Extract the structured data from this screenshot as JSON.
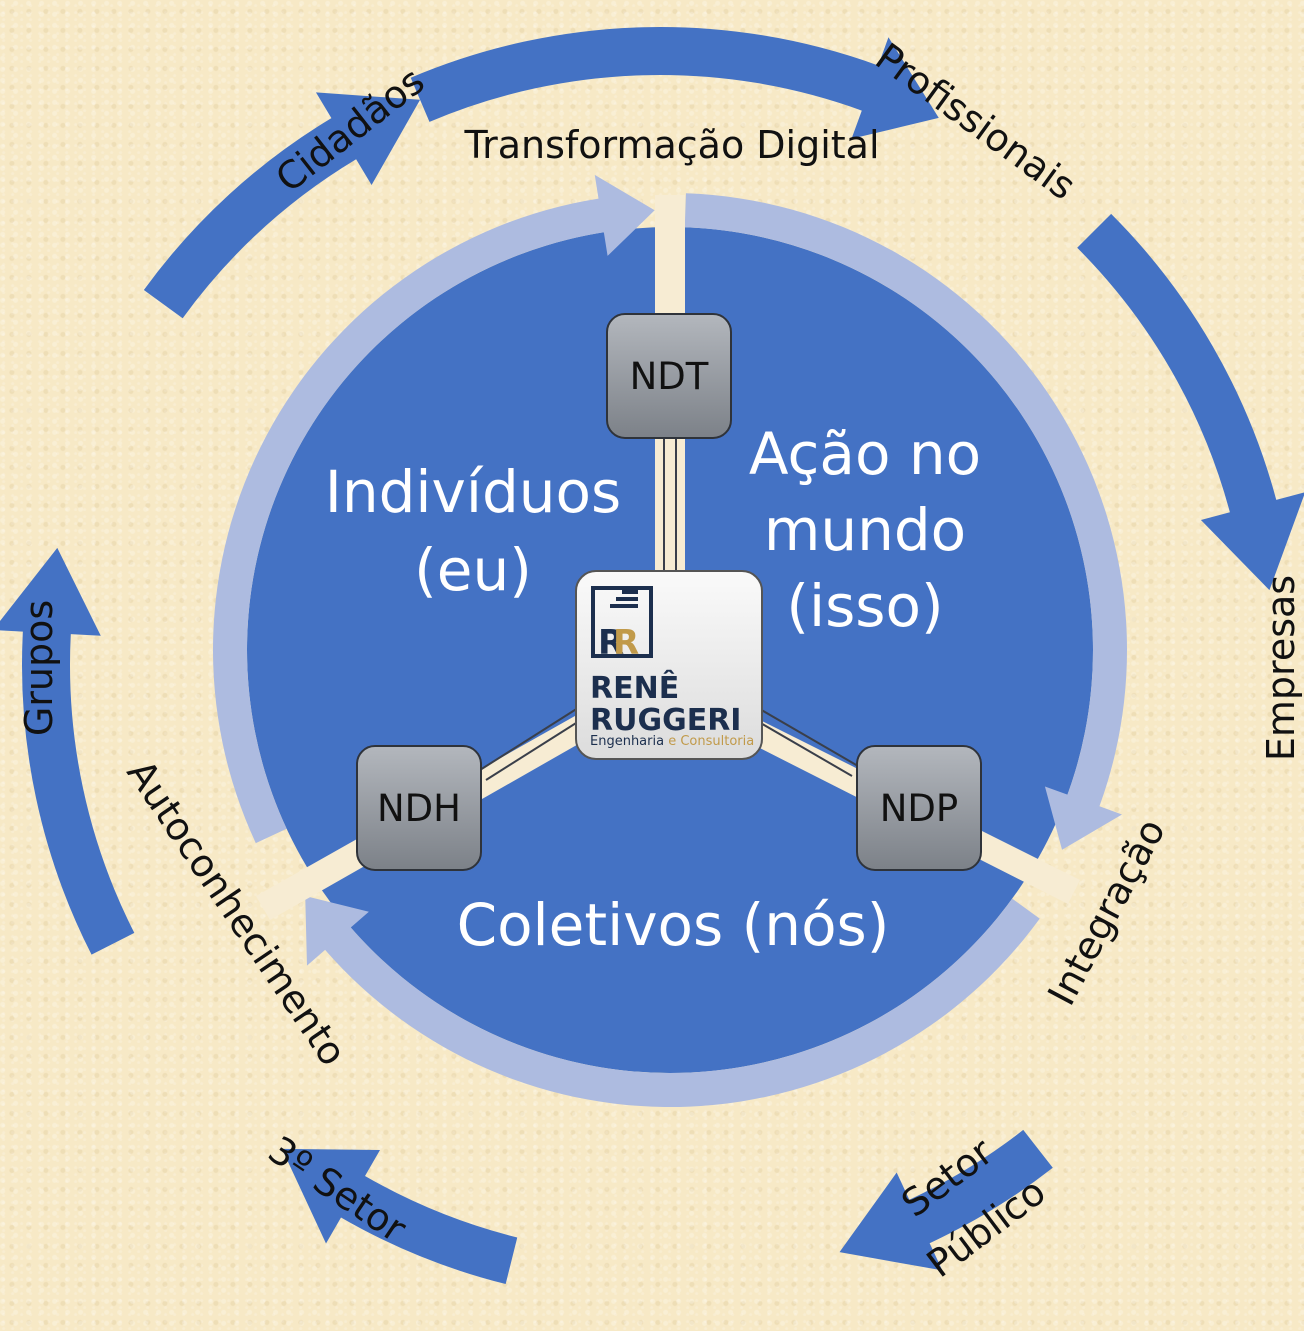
{
  "outer_labels": {
    "top": "Transformação Digital",
    "profissionais": "Profissionais",
    "empresas": "Empresas",
    "integracao": "Integração",
    "setor_publico_1": "Setor",
    "setor_publico_2": "Público",
    "terceiro_setor": "3º Setor",
    "autoconhecimento": "Autoconhecimento",
    "grupos": "Grupos",
    "cidadaos": "Cidadãos"
  },
  "inner_labels": {
    "individuos_1": "Indivíduos",
    "individuos_2": "(eu)",
    "acao_1": "Ação no",
    "acao_2": "mundo",
    "acao_3": "(isso)",
    "coletivos": "Coletivos (nós)"
  },
  "nodes": {
    "ndt": "NDT",
    "ndh": "NDH",
    "ndp": "NDP"
  },
  "logo": {
    "name_1": "RENÊ",
    "name_2": "RUGGERI",
    "sub_1": "Engenharia",
    "sub_2": "e Consultoria"
  },
  "colors": {
    "background": "#f7e9c6",
    "outer_arrow": "#4472c4",
    "inner_circle": "#4472c4",
    "inner_ring": "#adbbe0",
    "node_box": "#8f949b",
    "logo_navy": "#1c2f4e",
    "logo_gold": "#c19a4a"
  }
}
